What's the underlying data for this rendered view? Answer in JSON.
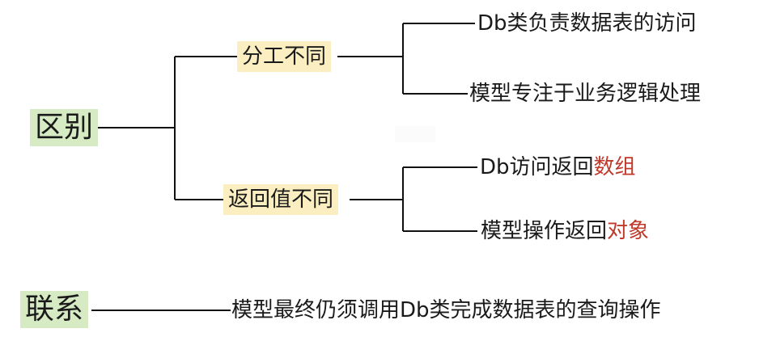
{
  "nodes": {
    "diff": {
      "label": "区别"
    },
    "diff_work": {
      "label": "分工不同"
    },
    "diff_return": {
      "label": "返回值不同"
    },
    "leaf_db_access": {
      "label": "Db类负责数据表的访问"
    },
    "leaf_model_logic": {
      "label": "模型专注于业务逻辑处理"
    },
    "leaf_db_return": {
      "prefix": "Db访问返回",
      "highlight": "数组"
    },
    "leaf_model_return": {
      "prefix": "模型操作返回",
      "highlight": "对象"
    },
    "link": {
      "label": "联系"
    },
    "leaf_link": {
      "label": "模型最终仍须调用Db类完成数据表的查询操作"
    }
  },
  "colors": {
    "root_fill": "#d6eac4",
    "mid_fill": "#fbeec1",
    "highlight_text": "#c0392b",
    "line": "#111111"
  }
}
